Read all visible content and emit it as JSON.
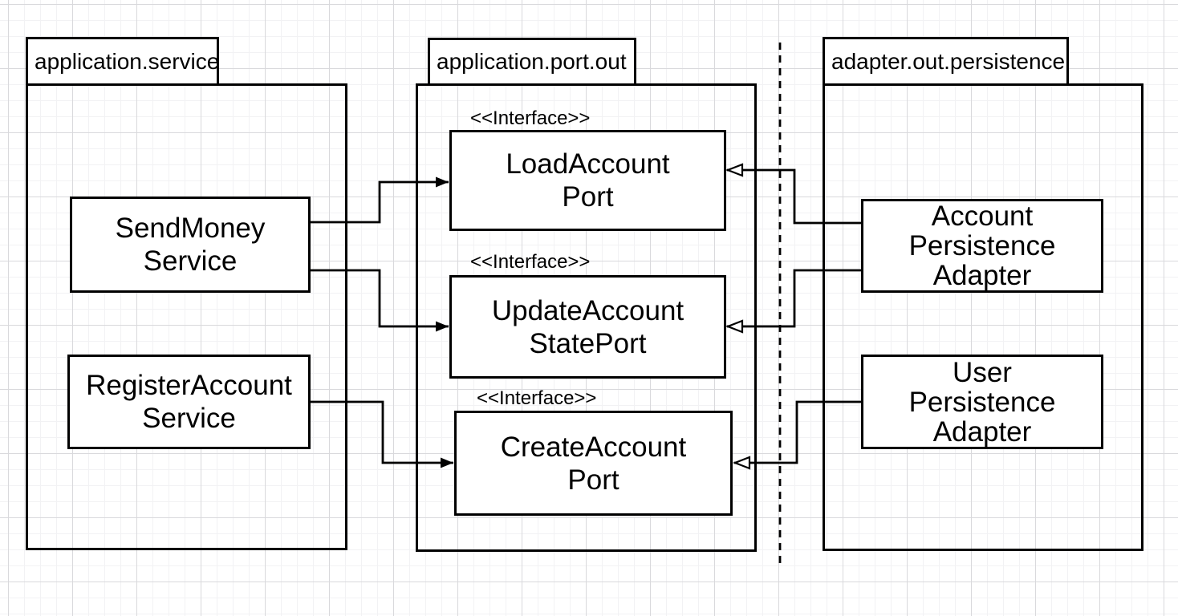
{
  "packages": [
    {
      "id": "application-service",
      "label": "application.service"
    },
    {
      "id": "application-port-out",
      "label": "application.port.out"
    },
    {
      "id": "adapter-out-persistence",
      "label": "adapter.out.persistence"
    }
  ],
  "stereotype": "<<Interface>>",
  "nodes": {
    "send_money_service": {
      "lines": [
        "SendMoney",
        "Service"
      ]
    },
    "register_account_service": {
      "lines": [
        "RegisterAccount",
        "Service"
      ]
    },
    "load_account_port": {
      "lines": [
        "LoadAccount",
        "Port"
      ]
    },
    "update_account_state_port": {
      "lines": [
        "UpdateAccount",
        "StatePort"
      ]
    },
    "create_account_port": {
      "lines": [
        "CreateAccount",
        "Port"
      ]
    },
    "account_persistence_adapter": {
      "lines": [
        "Account",
        "Persistence",
        "Adapter"
      ]
    },
    "user_persistence_adapter": {
      "lines": [
        "User",
        "Persistence",
        "Adapter"
      ]
    }
  },
  "edges": [
    {
      "from": "SendMoneyService",
      "to": "LoadAccountPort",
      "arrowhead": "filled"
    },
    {
      "from": "SendMoneyService",
      "to": "UpdateAccountStatePort",
      "arrowhead": "filled"
    },
    {
      "from": "RegisterAccountService",
      "to": "CreateAccountPort",
      "arrowhead": "filled"
    },
    {
      "from": "AccountPersistenceAdapter",
      "to": "LoadAccountPort",
      "arrowhead": "open"
    },
    {
      "from": "AccountPersistenceAdapter",
      "to": "UpdateAccountStatePort",
      "arrowhead": "open"
    },
    {
      "from": "UserPersistenceAdapter",
      "to": "CreateAccountPort",
      "arrowhead": "open"
    }
  ],
  "colors": {
    "stroke": "#000000",
    "shape_fill": "#ffffff",
    "grid_minor": "#f2f2f4",
    "grid_major": "#d9d9dc",
    "canvas": "#ffffff"
  }
}
